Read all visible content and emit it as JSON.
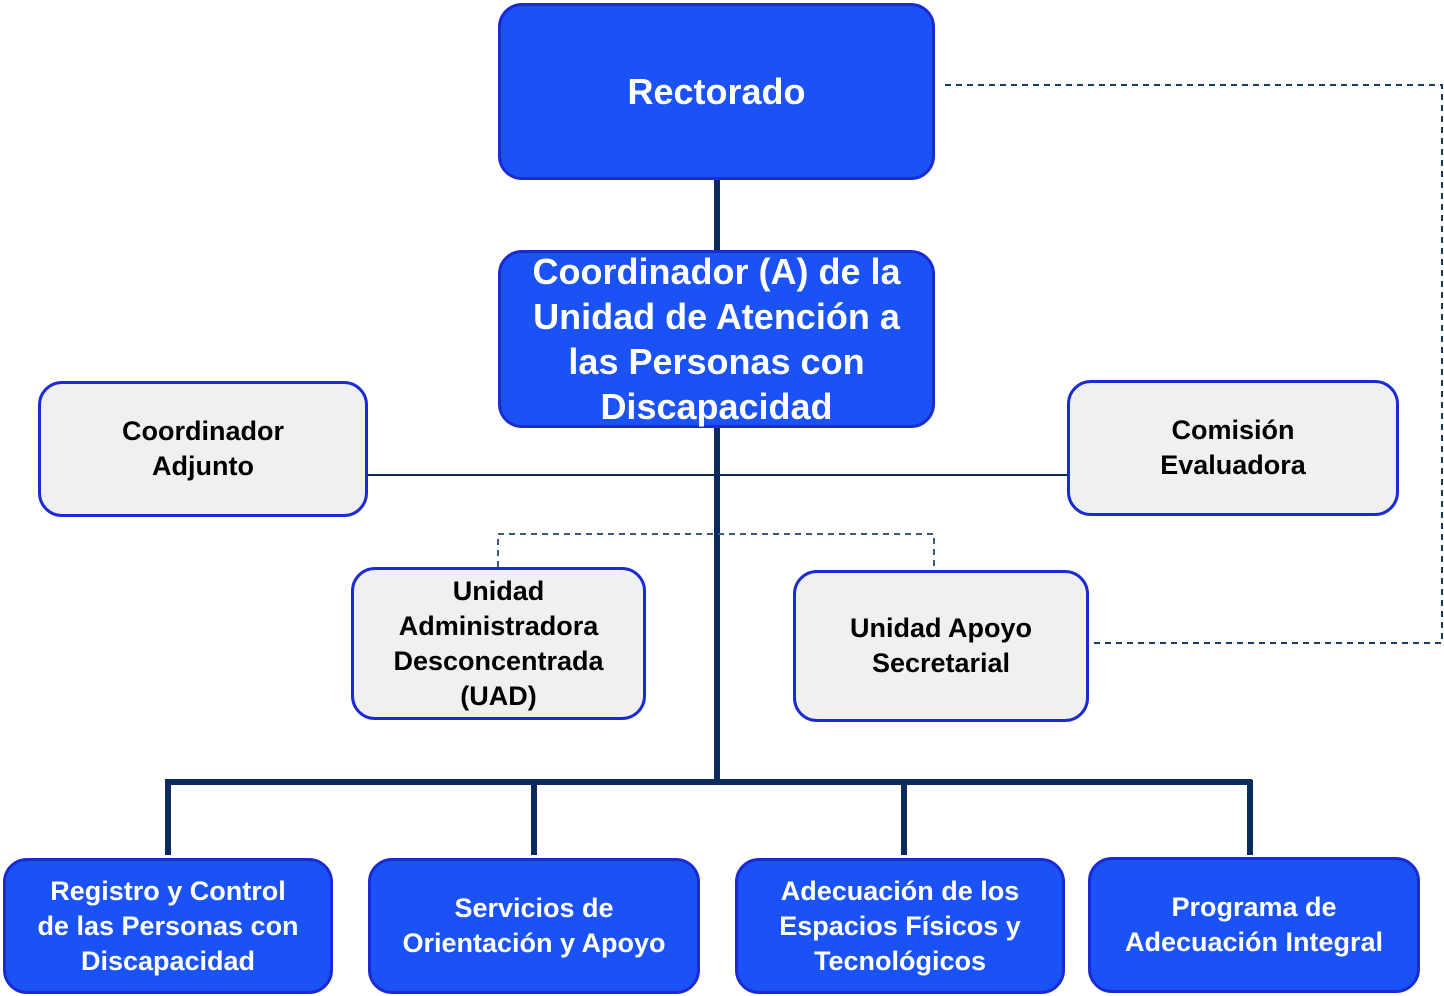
{
  "nodes": {
    "rectorado": "Rectorado",
    "coordinador": "Coordinador (A) de la\nUnidad de Atención a\nlas Personas con\nDiscapacidad",
    "coordinador_adjunto": "Coordinador\nAdjunto",
    "comision_evaluadora": "Comisión\nEvaluadora",
    "uad": "Unidad\nAdministradora\nDesconcentrada\n(UAD)",
    "unidad_apoyo": "Unidad Apoyo\nSecretarial",
    "registro_control": "Registro  y Control\nde las Personas con\nDiscapacidad",
    "servicios_orientacion": "Servicios de\nOrientación y Apoyo",
    "adecuacion_espacios": "Adecuación de los\nEspacios Físicos y\nTecnológicos",
    "programa_adecuacion": "Programa de\nAdecuación Integral"
  },
  "colors": {
    "box_blue": "#1a52f5",
    "box_gray": "#f0f0f0",
    "border": "#1a2bd4",
    "solid_line": "#0b2a5e",
    "dashed_line": "#3a5a86"
  }
}
